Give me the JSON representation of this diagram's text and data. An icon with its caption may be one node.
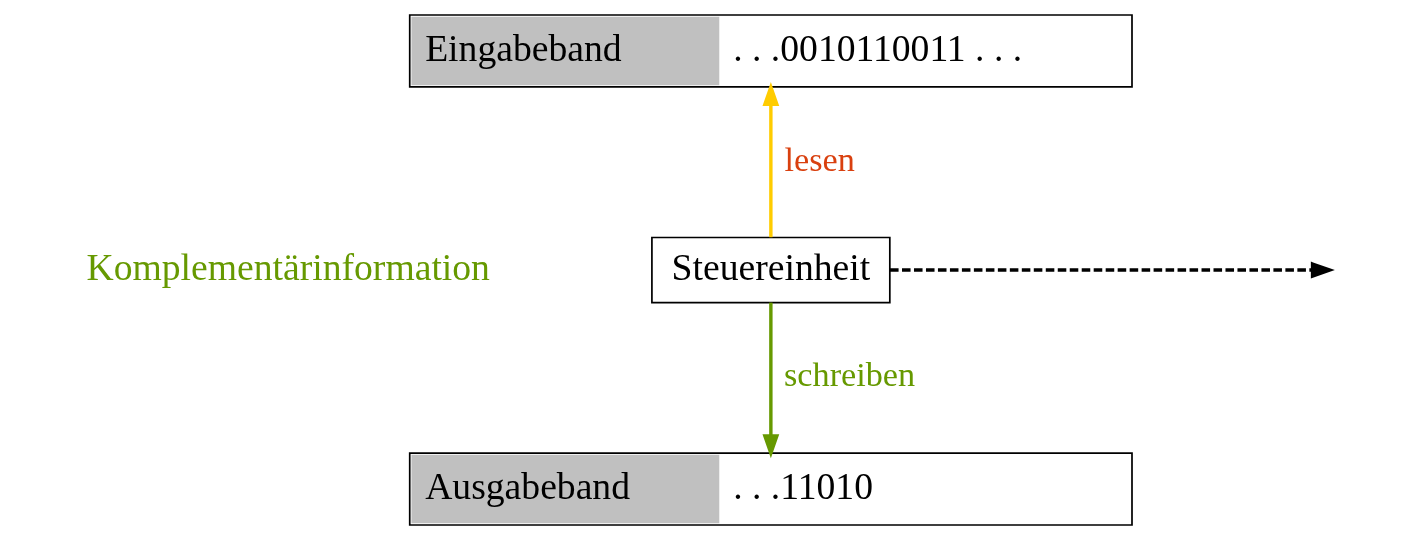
{
  "diagram": {
    "nodes": [
      {
        "text": [
          "Eingabeband",
          ". . .0010110011 . . ."
        ]
      },
      {
        "text": [
          "Steuereinheit"
        ]
      },
      {
        "text": [
          "Ausgabeband",
          ". . .11010"
        ]
      }
    ],
    "edges": [
      {
        "from": 1,
        "to": 0,
        "arrow": "to",
        "label": "lesen",
        "color": "#ffcc00"
      },
      {
        "from": 1,
        "to": null,
        "arrow": "to",
        "style": "dashed",
        "color": "#000000"
      },
      {
        "from": 1,
        "to": 2,
        "arrow": "to",
        "label": "schreiben",
        "color": "#669900"
      }
    ],
    "labels": [
      "Komplementärinformation"
    ]
  }
}
